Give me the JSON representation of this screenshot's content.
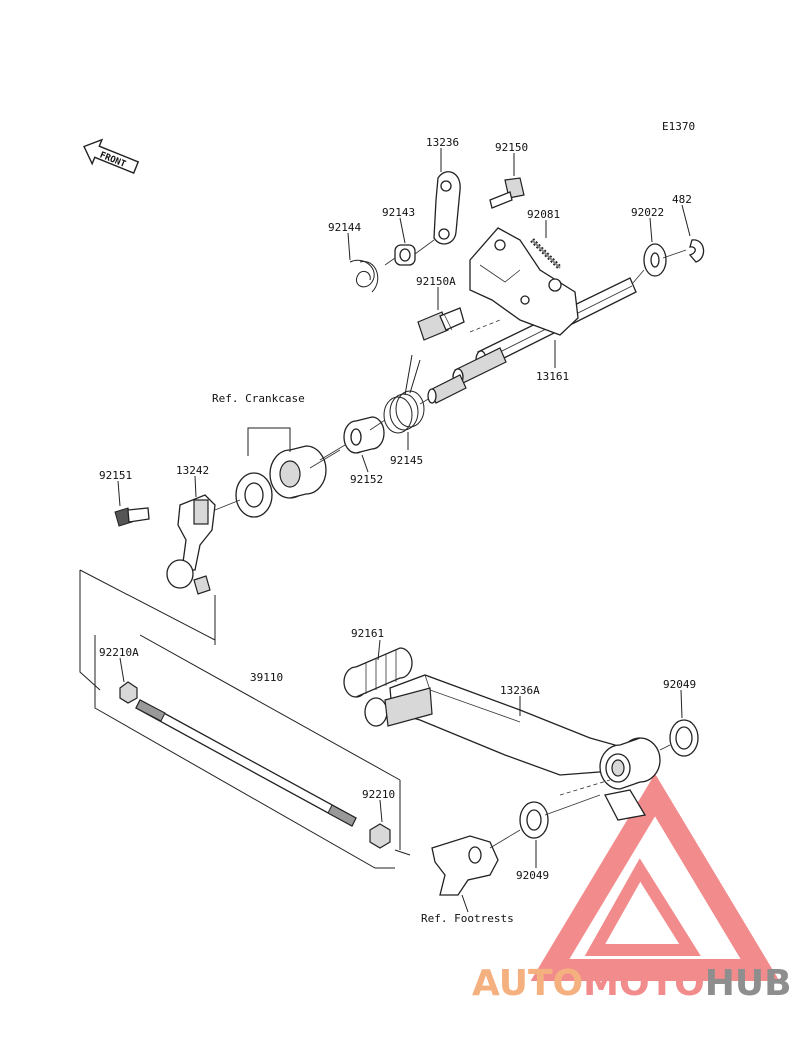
{
  "diagram": {
    "code": "E1370",
    "front_label": "FRONT",
    "ref_labels": {
      "crankcase": "Ref. Crankcase",
      "footrests": "Ref. Footrests"
    },
    "parts": {
      "p13236": "13236",
      "p92150": "92150",
      "p92143": "92143",
      "p92081": "92081",
      "p92022": "92022",
      "p482": "482",
      "p92144": "92144",
      "p92150A": "92150A",
      "p13161": "13161",
      "p92145": "92145",
      "p92152": "92152",
      "p92151": "92151",
      "p13242": "13242",
      "p92161": "92161",
      "p92210A": "92210A",
      "p39110": "39110",
      "p13236A": "13236A",
      "p92049a": "92049",
      "p92210": "92210",
      "p92049b": "92049"
    }
  },
  "watermark": {
    "part1": "AUTO",
    "part2": "MOTO",
    "part3": "HUB",
    "color1": "#f5b080",
    "color2": "#f28c8c",
    "color3": "#8e8e8e",
    "triangle_color": "#f07878"
  }
}
